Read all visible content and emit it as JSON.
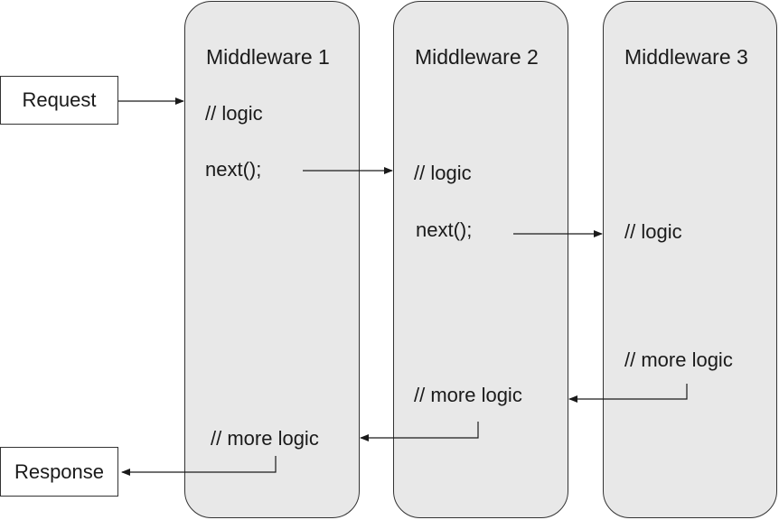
{
  "request": {
    "label": "Request"
  },
  "response": {
    "label": "Response"
  },
  "middlewares": [
    {
      "title": "Middleware 1",
      "logic": "// logic",
      "next": "next();",
      "more_logic": "// more logic"
    },
    {
      "title": "Middleware 2",
      "logic": "// logic",
      "next": "next();",
      "more_logic": "// more logic"
    },
    {
      "title": "Middleware 3",
      "logic": "// logic",
      "more_logic": "// more logic"
    }
  ],
  "colors": {
    "column_fill": "#e8e8e8",
    "stroke": "#333333",
    "text": "#1a1a1a"
  }
}
